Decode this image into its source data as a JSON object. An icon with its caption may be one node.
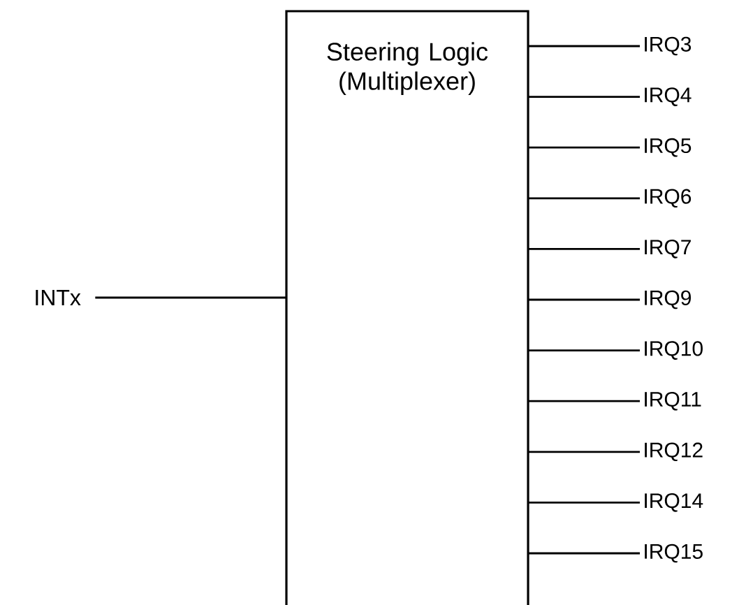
{
  "diagram": {
    "nodes": [
      {
        "text": [
          "Steering Logic (Multiplexer)"
        ]
      },
      {
        "text": [
          "INTx"
        ]
      },
      {
        "text": [
          "IRQ3"
        ]
      },
      {
        "text": [
          "IRQ4"
        ]
      },
      {
        "text": [
          "IRQ5"
        ]
      },
      {
        "text": [
          "IRQ6"
        ]
      },
      {
        "text": [
          "IRQ7"
        ]
      },
      {
        "text": [
          "IRQ9"
        ]
      },
      {
        "text": [
          "IRQ10"
        ]
      },
      {
        "text": [
          "IRQ11"
        ]
      },
      {
        "text": [
          "IRQ12"
        ]
      },
      {
        "text": [
          "IRQ14"
        ]
      },
      {
        "text": [
          "IRQ15"
        ]
      }
    ],
    "edges": [
      {
        "from": 1,
        "to": 0,
        "arrow": "none"
      },
      {
        "from": 0,
        "to": 2,
        "arrow": "none"
      },
      {
        "from": 0,
        "to": 3,
        "arrow": "none"
      },
      {
        "from": 0,
        "to": 4,
        "arrow": "none"
      },
      {
        "from": 0,
        "to": 5,
        "arrow": "none"
      },
      {
        "from": 0,
        "to": 6,
        "arrow": "none"
      },
      {
        "from": 0,
        "to": 7,
        "arrow": "none"
      },
      {
        "from": 0,
        "to": 8,
        "arrow": "none"
      },
      {
        "from": 0,
        "to": 9,
        "arrow": "none"
      },
      {
        "from": 0,
        "to": 10,
        "arrow": "none"
      },
      {
        "from": 0,
        "to": 11,
        "arrow": "none"
      },
      {
        "from": 0,
        "to": 12,
        "arrow": "none"
      }
    ]
  }
}
